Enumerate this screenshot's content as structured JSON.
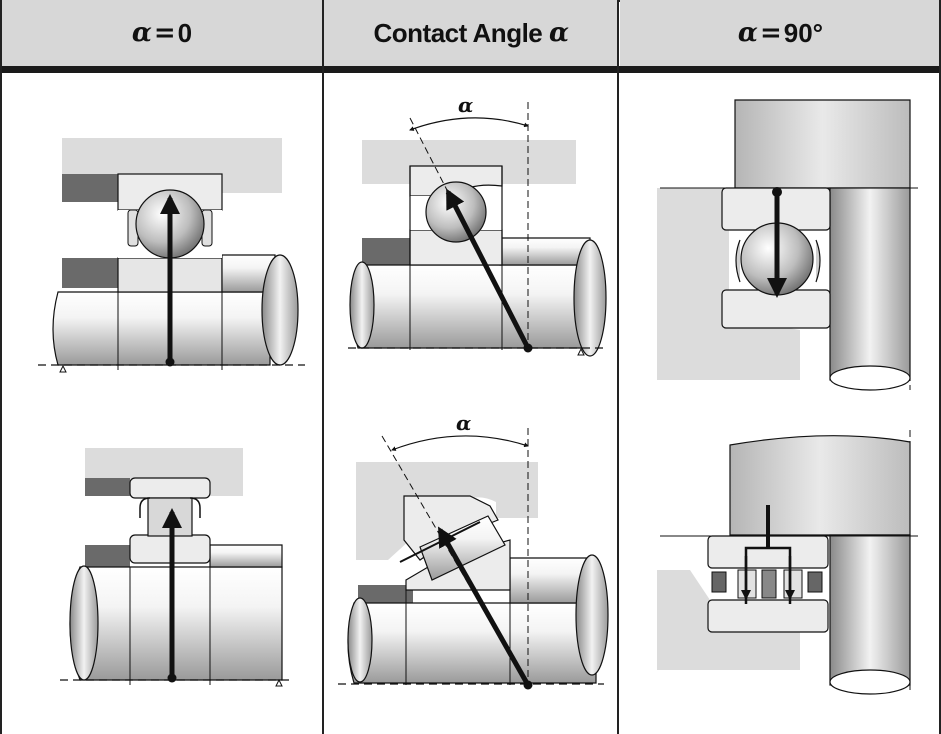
{
  "columns": [
    {
      "alpha": "α",
      "eq": "=",
      "value": "0",
      "prefix": ""
    },
    {
      "prefix": "Contact Angle ",
      "alpha": "α",
      "eq": "",
      "value": ""
    },
    {
      "alpha": "α",
      "eq": "=",
      "value": "90°",
      "prefix": ""
    }
  ],
  "angle_symbol": "α",
  "colors": {
    "header_bg": "#d7d7d7",
    "line": "#1a1a1a",
    "housing": "#d9d9d9",
    "ring": "#e6e6e6"
  }
}
